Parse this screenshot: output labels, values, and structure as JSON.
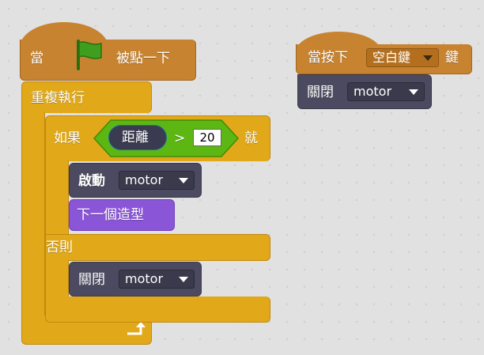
{
  "script1": {
    "hat": {
      "prefix": "當",
      "suffix": "被點一下",
      "icon": "green-flag-icon"
    },
    "forever": {
      "label": "重複執行",
      "icon": "loop-arrow-icon"
    },
    "if_else": {
      "if_label": "如果",
      "then_label": "就",
      "else_label": "否則",
      "condition": {
        "sensor": "距離",
        "operator": ">",
        "value": "20"
      }
    },
    "motor_on": {
      "label": "啟動",
      "target": "motor"
    },
    "next_costume": {
      "label": "下一個造型"
    },
    "motor_off": {
      "label": "關閉",
      "target": "motor"
    }
  },
  "script2": {
    "hat": {
      "prefix": "當按下",
      "key": "空白鍵",
      "suffix": "鍵"
    },
    "motor_off": {
      "label": "關閉",
      "target": "motor"
    }
  },
  "colors": {
    "events": "#c88330",
    "control": "#e1a91a",
    "extension": "#4b4a60",
    "looks": "#8a55d7",
    "operator": "#5cb712",
    "sensor": "#2e8ed0",
    "flag": "#3e9f1e"
  }
}
